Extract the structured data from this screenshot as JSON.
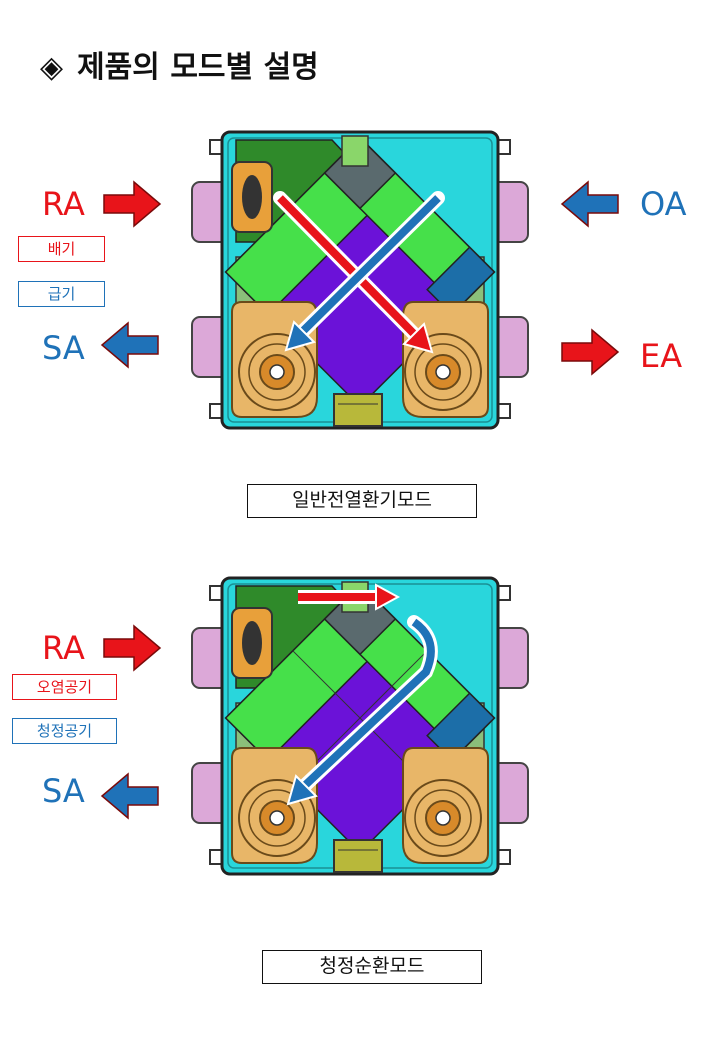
{
  "title": {
    "marker": "◈",
    "text": "제품의 모드별 설명"
  },
  "mode1": {
    "caption": "일반전열환기모드",
    "labels": {
      "ra": "RA",
      "oa": "OA",
      "sa": "SA",
      "ea": "EA"
    },
    "legend": {
      "exhaust": "배기",
      "supply": "급기"
    }
  },
  "mode2": {
    "caption": "청정순환모드",
    "labels": {
      "ra": "RA",
      "sa": "SA"
    },
    "legend": {
      "polluted": "오염공기",
      "clean": "청정공기"
    }
  },
  "colors": {
    "exhaust_red": "#e8141a",
    "supply_blue": "#1f72b8",
    "housing_cyan": "#29d6dc",
    "core_purple": "#6b12d8",
    "core_green": "#46e04a",
    "fan_gold": "#e8b668",
    "duct_pink": "#dca8d8"
  }
}
